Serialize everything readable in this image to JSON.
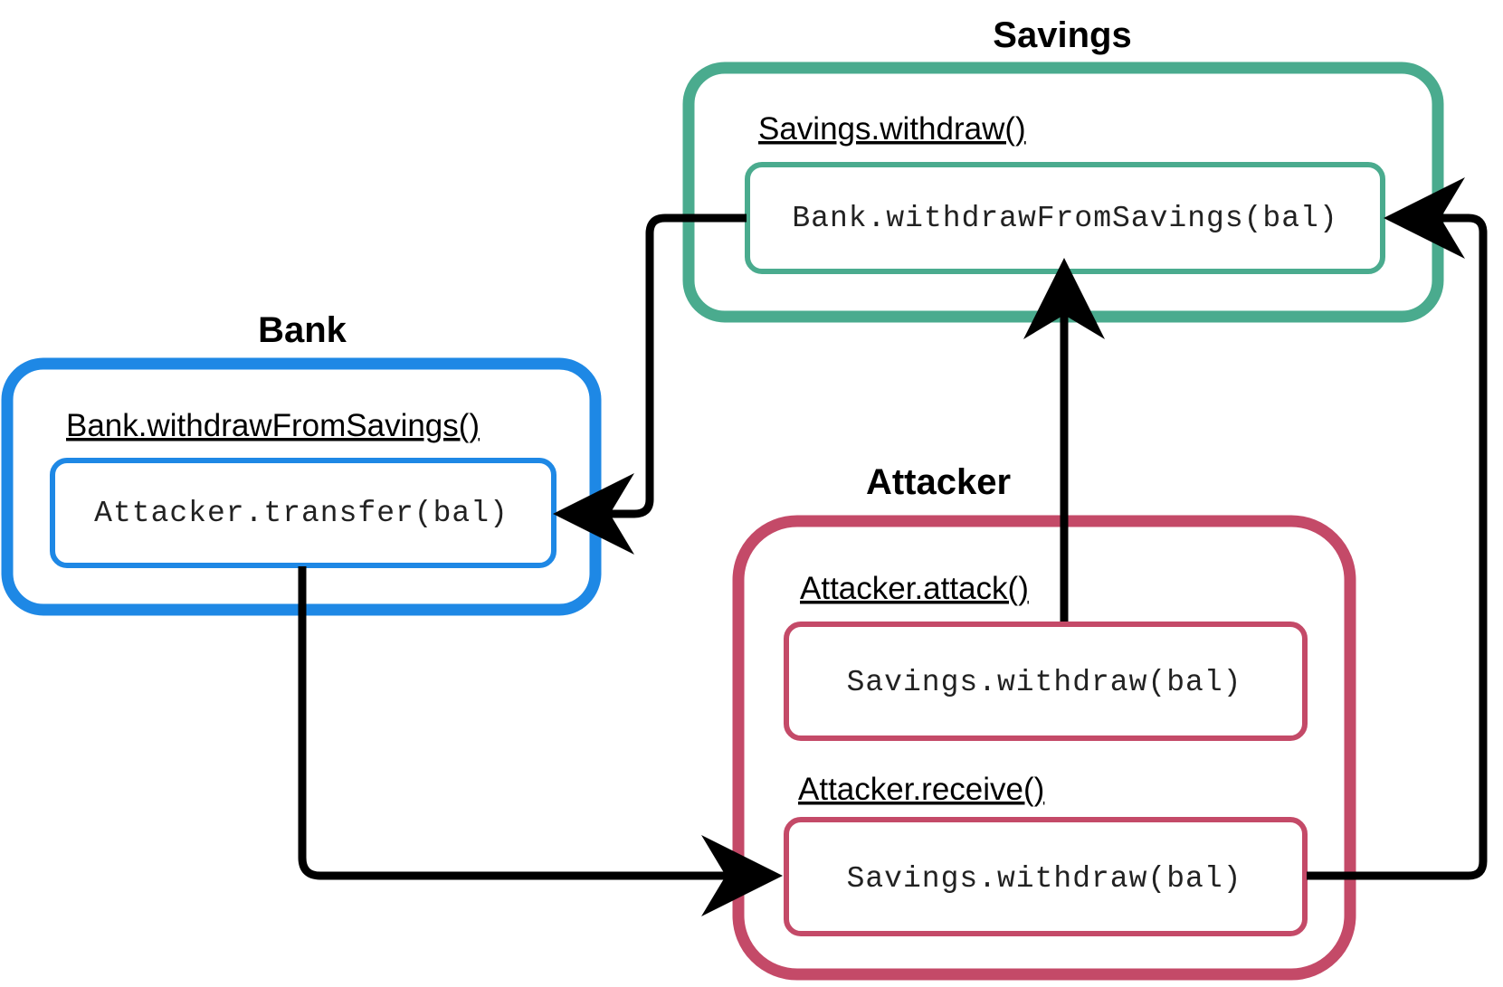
{
  "colors": {
    "savings": "#4aab8e",
    "bank": "#1e88e5",
    "attacker": "#c44a68",
    "arrow": "#000000"
  },
  "savings": {
    "title": "Savings",
    "function_label": "Savings.withdraw()",
    "call": "Bank.withdrawFromSavings(bal)"
  },
  "bank": {
    "title": "Bank",
    "function_label": "Bank.withdrawFromSavings()",
    "call": "Attacker.transfer(bal)"
  },
  "attacker": {
    "title": "Attacker",
    "attack_label": "Attacker.attack()",
    "attack_call": "Savings.withdraw(bal)",
    "receive_label": "Attacker.receive()",
    "receive_call": "Savings.withdraw(bal)"
  }
}
